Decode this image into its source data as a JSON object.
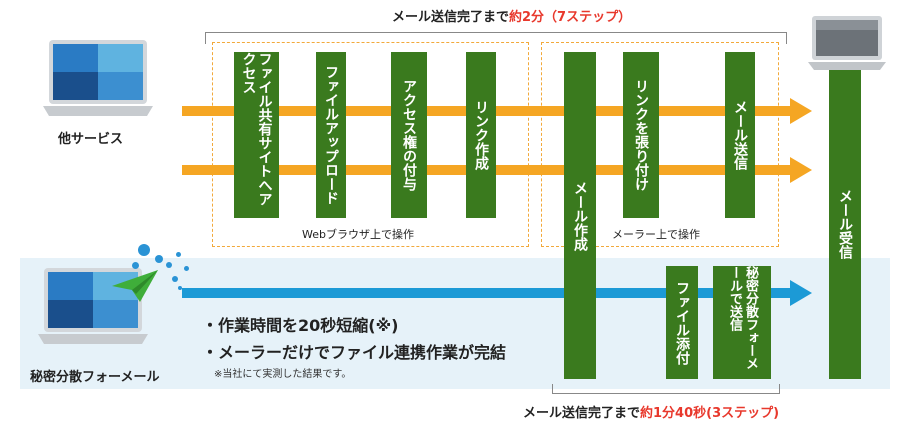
{
  "top_summary": {
    "prefix": "メール送信完了まで",
    "highlight": "約2分（7ステップ）"
  },
  "bottom_summary": {
    "prefix": "メール送信完了まで",
    "highlight": "約1分40秒(3ステップ)"
  },
  "devices": {
    "other_service": "他サービス",
    "secure_mail": "秘密分散フォーメール"
  },
  "groups": {
    "browser": "Webブラウザ上で操作",
    "mailer": "メーラー上で操作"
  },
  "steps": {
    "file_share": "ファイル共有サイトへアクセス",
    "file_upload": "ファイルアップロード",
    "access_grant": "アクセス権の付与",
    "link_create": "リンク作成",
    "mail_create": "メール作成",
    "link_paste": "リンクを張り付け",
    "mail_send": "メール送信",
    "mail_receive": "メール受信",
    "file_attach": "ファイル添付",
    "secure_send": "秘密分散フォーメールで送信"
  },
  "bullets": [
    "・作業時間を20秒短縮(※)",
    "・メーラーだけでファイル連携作業が完結"
  ],
  "note": "※当社にて実測した結果です。",
  "colors": {
    "orange": "#f5a623",
    "blue": "#1c9ad6",
    "green": "#3a7a1e",
    "red": "#e8382c"
  }
}
